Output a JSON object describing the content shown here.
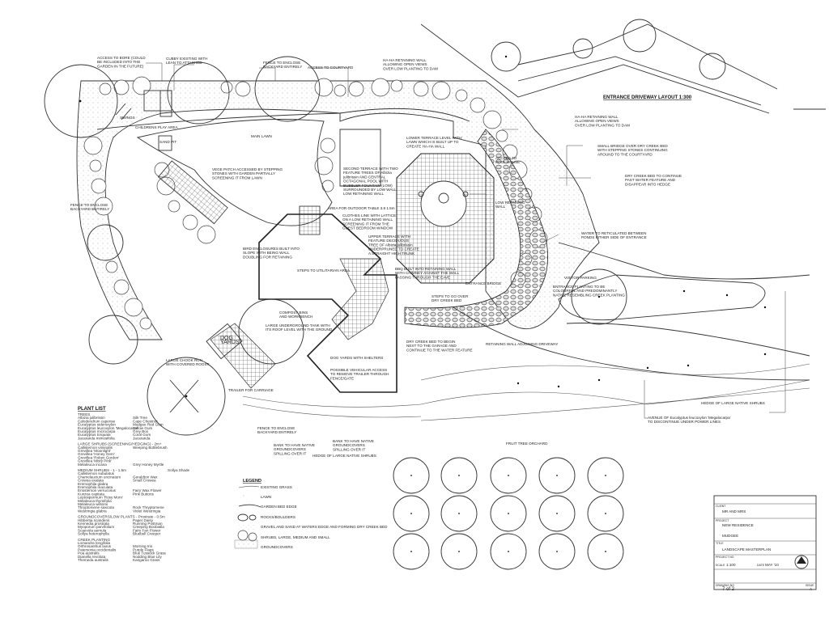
{
  "drawing": {
    "entrance_title": "ENTRANCE DRIVEWAY LAYOUT 1:300",
    "labels": {
      "access_bore": [
        "ACCESS TO BORE (COULD",
        "BE INCLUDED INTO THE",
        "GARDEN IN THE FUTURE)"
      ],
      "cubby": [
        "CUBBY EXISTING WITH",
        "LEAN TO ATTACHED"
      ],
      "fence_backyard_top": [
        "FENCE TO ENCLOSE",
        "BACKYARD ENTIRELY"
      ],
      "access_courtyard": [
        "ACCESS TO COURTYARD"
      ],
      "haha_top": [
        "HA-HA RETAINING WALL",
        "ALLOWING OPEN VIEWS",
        "OVER LOW PLANTING TO DAM"
      ],
      "swings": [
        "SWINGS"
      ],
      "play_area": [
        "CHILDRENS PLAY AREA"
      ],
      "main_lawn": [
        "MAIN LAWN"
      ],
      "sand_pit": [
        "SAND PIT"
      ],
      "veg_patch": [
        "VEGE PATCH ACCESSED BY STEPPING",
        "STONES WITH GARDEN PARTIALLY",
        "SCREENING IT FROM LAWN"
      ],
      "fence_backyard_left": [
        "FENCE TO ENCLOSE",
        "BACKYARD ENTIRELY"
      ],
      "second_terrace": [
        "SECOND TERRACE WITH TWO",
        "FEATURE TREES OF Albizia",
        "julibrissin AND CENTRAL",
        "OCTAGONAL POOL WITH",
        "BUBBLER FOUNTAIN (LOW)",
        "SURROUNDED BY LOW WALL"
      ],
      "low_wall": [
        "LOW RETAINING WALL"
      ],
      "outdoor_table": [
        "AREA FOR OUTDOOR TABLE 3.8 1.5m"
      ],
      "lower_terrace": [
        "LOWER TERRACE LEVEL WITH",
        "LAWN WHICH IS BUILT UP TO",
        "CREATE HA-HA WALL"
      ],
      "access_pool": [
        "ACCESS TO",
        "POOL HOUSE"
      ],
      "low_retaining": [
        "LOW RETAINING",
        "WALL"
      ],
      "haha_right": [
        "HA-HA RETAINING WALL",
        "ALLOWING OPEN VIEWS",
        "OVER LOW PLANTING TO DAM"
      ],
      "bridge": [
        "SMALL BRIDGE OVER DRY CREEK BED",
        "WITH STEPPING STONES CONTINUING",
        "AROUND TO THE COURTYARD"
      ],
      "dry_creek": [
        "DRY CREEK BED TO CONTINUE",
        "PAST WATER FEATURE AND",
        "DISAPPEAR INTO HEDGE"
      ],
      "clothes_line": [
        "CLOTHES LINE WITH LATTICE",
        "ON A LOW RETAINING WALL",
        "SCREENING IT FROM THE",
        "GUEST BEDROOM WINDOW"
      ],
      "upper_terrace": [
        "UPPER TERRACE WITH",
        "FEATURE DECIDUOUS",
        "TREE OF Albizia julibrissin",
        "UNDERPRUNED TO CREATE",
        "A STRAIGHT HIGH TRUNK"
      ],
      "water": [
        "WATER TO RETICULATED BETWEEN",
        "PONDS EITHER SIDE OF ENTRANCE"
      ],
      "bird_enclosure": [
        "BIRD ENCLOSURES BUILT INTO",
        "SLOPE WITH BEING WALL",
        "DOUBLING FOR RETAINING"
      ],
      "steps_util": [
        "STEPS TO UTILITARIAN AREA"
      ],
      "bbq": [
        "BBQ BUILT INTO RETAINING WALL",
        "WITH CHIMNEY AGAINST THE WALL",
        "PASSING THROUGH THE EAVE"
      ],
      "entrance_bridge": [
        "ENTRANCE BRIDGE"
      ],
      "visitor_parking": [
        "VISITOR PARKING"
      ],
      "entrance_planting": [
        "ENTRANCE PLANTING TO BE",
        "COLOURFUL AND PREDOMINANTLY",
        "NATIVE RESEMBLING CREEK PLANTING"
      ],
      "compost": [
        "COMPOST BINS",
        "AND WORKBENCH"
      ],
      "steps_creek": [
        "STEPS TO GO OVER",
        "DRY CREEK BED"
      ],
      "tank": [
        "LARGE UNDERGROUND TANK WITH",
        "ITS ROOF LEVEL WITH THE GROUND"
      ],
      "dog_yards_box": [
        "DOG",
        "YARDS"
      ],
      "creek_begin": [
        "DRY CREEK BED TO BEGIN",
        "NEXT TO THE GARAGE AND",
        "CONTINUE TO THE WATER FEATURE"
      ],
      "retaining_drive": [
        "RETAINING WALL ADJOINING DRIVEWAY"
      ],
      "chook_run": [
        "LARGE CHOOK RUN",
        "WITH COVERED ROOST"
      ],
      "dog_yards": [
        "DOG YARDS WITH SHELTERS"
      ],
      "vehicular": [
        "POSSIBLE VEHICULAR ACCESS",
        "TO REMOVE TRAILER THROUGH",
        "FENCE/GATE"
      ],
      "trailer": [
        "TRAILER FOR CARRIAGE"
      ],
      "hedge_native": [
        "HEDGE OF LARGE NATIVE SHRUBS"
      ],
      "avenue": [
        "AVENUE OF Eucalyptus leucoxylon 'Megalocarpa'",
        "TO DISCONTINUE UNDER POWER LINES"
      ],
      "fence_enclose_bottom": [
        "FENCE TO ENCLOSE",
        "BACKYARD ENTIRELY"
      ],
      "bank_left": [
        "BANK TO HAVE NATIVE",
        "GROUNDCOVERS",
        "SPILLING OVER IT"
      ],
      "bank_right": [
        "BANK TO HAVE NATIVE",
        "GROUNDCOVERS",
        "SPILLING OVER IT"
      ],
      "hedge_bottom": [
        "HEDGE OF LARGE NATIVE SHRUBS"
      ],
      "orchard": [
        "FRUIT TREE ORCHARD"
      ]
    }
  },
  "plant_list": {
    "title": "PLANT LIST",
    "groups": [
      {
        "heading": "TREES",
        "note": "",
        "rows": [
          [
            "Albizia julibrissin",
            "Silk Tree"
          ],
          [
            "Calodendrum capense",
            "Cape Chestnut"
          ],
          [
            "Eucalyptus sideroxylon",
            "Mudgee Red Gum"
          ],
          [
            "Eucalyptus leucoxylon 'Megalocarpa'",
            "Yellow Gum"
          ],
          [
            "Eucalyptus microcarpa",
            "Grey Box"
          ],
          [
            "Eucalyptus torquata",
            "Coral Gum"
          ],
          [
            "Jacaranda mimosifolia",
            "Jacaranda"
          ]
        ]
      },
      {
        "heading": "LARGE SHRUBS (SCREENING/HEDGING) - 2m+",
        "note": "",
        "rows": [
          [
            "Callistemon viminalis",
            "Weeping Bottlebrush"
          ],
          [
            "Grevillea 'Moonlight'",
            ""
          ],
          [
            "Grevillea 'Honey Gem'",
            ""
          ],
          [
            "Grevillea 'Robyn Gordon'",
            ""
          ],
          [
            "Grevillea 'Misty Pink'",
            ""
          ],
          [
            "Melaleuca incana",
            "Grey Honey Myrtle"
          ]
        ]
      },
      {
        "heading": "MEDIUM SHRUBS - 1 - 1.5m",
        "note": "Sollya Shade",
        "rows": [
          [
            "Callistemon subulatus",
            ""
          ],
          [
            "Chamelaucium uncinatum",
            "Geraldton Wax"
          ],
          [
            "Crowea exalata",
            "Small Crowea"
          ],
          [
            "Eremophila glabra",
            ""
          ],
          [
            "Eremophila maculata",
            ""
          ],
          [
            "Eriostemon verrucosus",
            "Fairy Wax Flower"
          ],
          [
            "Kunzea capitata",
            "Pink Buttons"
          ],
          [
            "Leptospermum 'Rosy Morn'",
            ""
          ],
          [
            "Melaleuca thymifolia",
            ""
          ],
          [
            "Melaleuca wilsonii",
            ""
          ],
          [
            "Thryptomene saxicola",
            "Rock Thryptomene"
          ],
          [
            "Westringia glabra",
            "Violet Westringia"
          ]
        ]
      },
      {
        "heading": "GROUNDCOVERS/LOW PLANTS - Prostrate - 0.5m",
        "note": "",
        "rows": [
          [
            "Hibbertia scandens",
            "Paper Daisy"
          ],
          [
            "Kennedia prostrata",
            "Running Postman"
          ],
          [
            "Myoporum parvifolium",
            "Creeping Boobialla"
          ],
          [
            "Scaevola aemula",
            "Fairy Fan Flower"
          ],
          [
            "Sollya heterophylla",
            "Bluebell Creeper"
          ]
        ]
      },
      {
        "heading": "CREEK PLANTING",
        "note": "",
        "rows": [
          [
            "Lomandra longifolia",
            ""
          ],
          [
            "Orthrosanthus laxus",
            "Morning Iris"
          ],
          [
            "Patersonia occidentalis",
            "Purple Flags"
          ],
          [
            "Poa australis",
            "Blue Tussock Grass"
          ],
          [
            "Dianella revoluta",
            "Nodding Blue Lily"
          ],
          [
            "Themeda australis",
            "Kangaroo Grass"
          ]
        ]
      }
    ]
  },
  "legend": {
    "title": "LEGEND",
    "items": [
      "EXISTING GRASS",
      "LAWN",
      "GARDEN BED EDGE",
      "ROCKS/BOULDERS",
      "GRAVEL AND SAND AT WATERS EDGE AND FORMING DRY CREEK BED",
      "SHRUBS, LARGE, MEDIUM AND SMALL",
      "GROUNDCOVERS"
    ]
  },
  "title_block": {
    "client_label": "CLIENT",
    "client": "MR AND MRS",
    "project_label": "PROJECT",
    "project": "NEW RESIDENCE",
    "location": "MUDGEE",
    "title_label": "TITLE",
    "title": "LANDSCAPE MASTERPLAN",
    "project_no_label": "PROJECT NO",
    "scale_label": "SCALE",
    "scale": "1:100",
    "date_label": "DATE",
    "date": "MAY '10",
    "drawing_no_label": "DRAWING NO",
    "drawing_no": "7 of 2",
    "issue_label": "ISSUE",
    "issue": "A"
  }
}
